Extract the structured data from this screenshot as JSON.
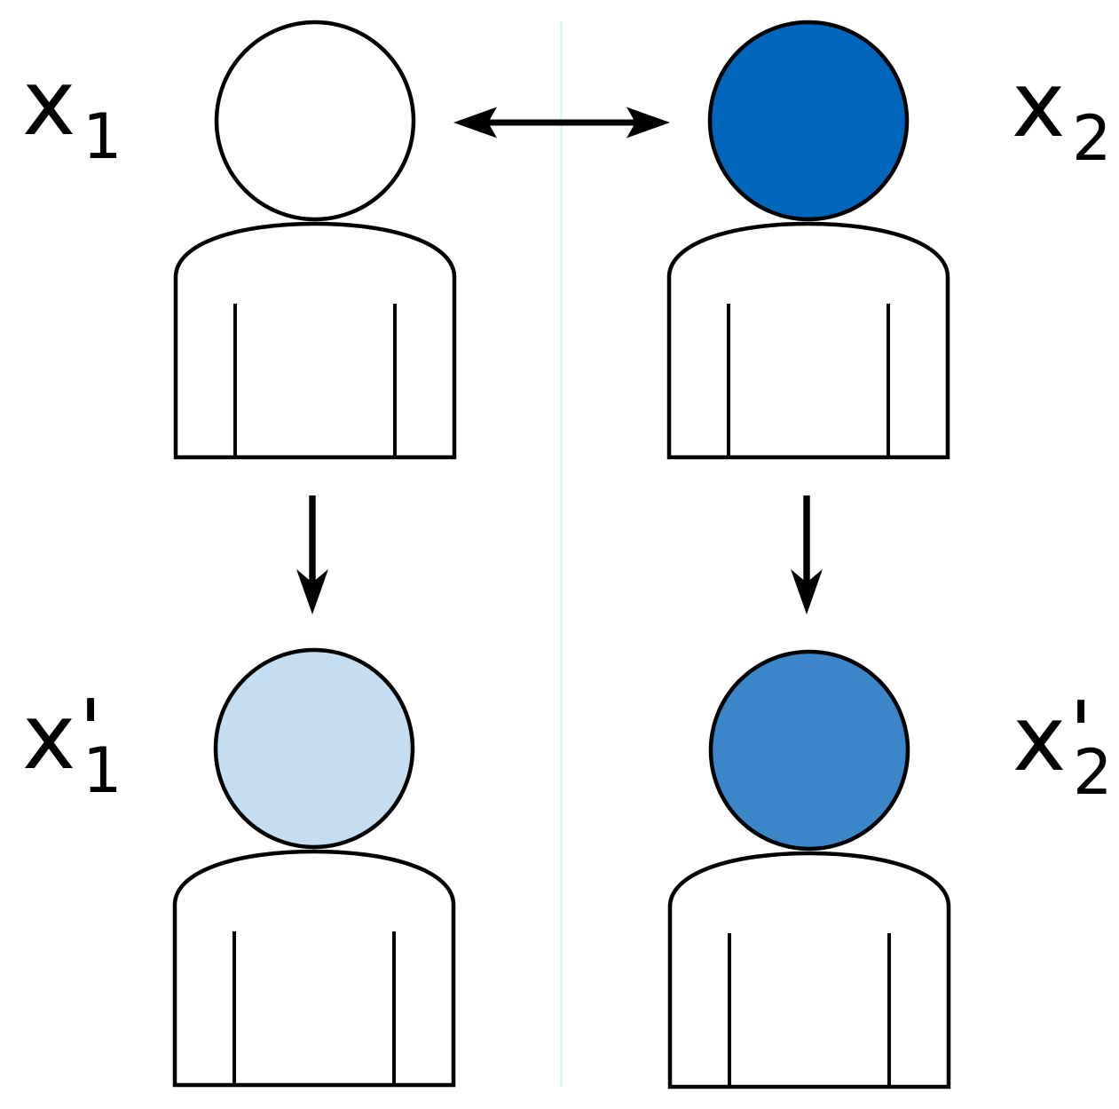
{
  "colors": {
    "background": "#ffffff",
    "outline": "#000000",
    "arrow": "#000000",
    "divider_line": "#e2f6f9"
  },
  "persons": [
    {
      "name": "x1",
      "label_base": "x",
      "label_prime": "",
      "label_sub": "1",
      "head_fill": "#ffffff"
    },
    {
      "name": "x2",
      "label_base": "x",
      "label_prime": "",
      "label_sub": "2",
      "head_fill": "#0066bc"
    },
    {
      "name": "x1-prime",
      "label_base": "x",
      "label_prime": "'",
      "label_sub": "1",
      "head_fill": "#c5ddf0"
    },
    {
      "name": "x2-prime",
      "label_base": "x",
      "label_prime": "'",
      "label_sub": "2",
      "head_fill": "#3a86c8"
    }
  ],
  "arrows": [
    {
      "name": "double-arrow",
      "type": "horizontal-double",
      "from": "x1",
      "to": "x2"
    },
    {
      "name": "down-arrow-left",
      "type": "vertical-single",
      "from": "x1",
      "to": "x1-prime"
    },
    {
      "name": "down-arrow-right",
      "type": "vertical-single",
      "from": "x2",
      "to": "x2-prime"
    }
  ]
}
